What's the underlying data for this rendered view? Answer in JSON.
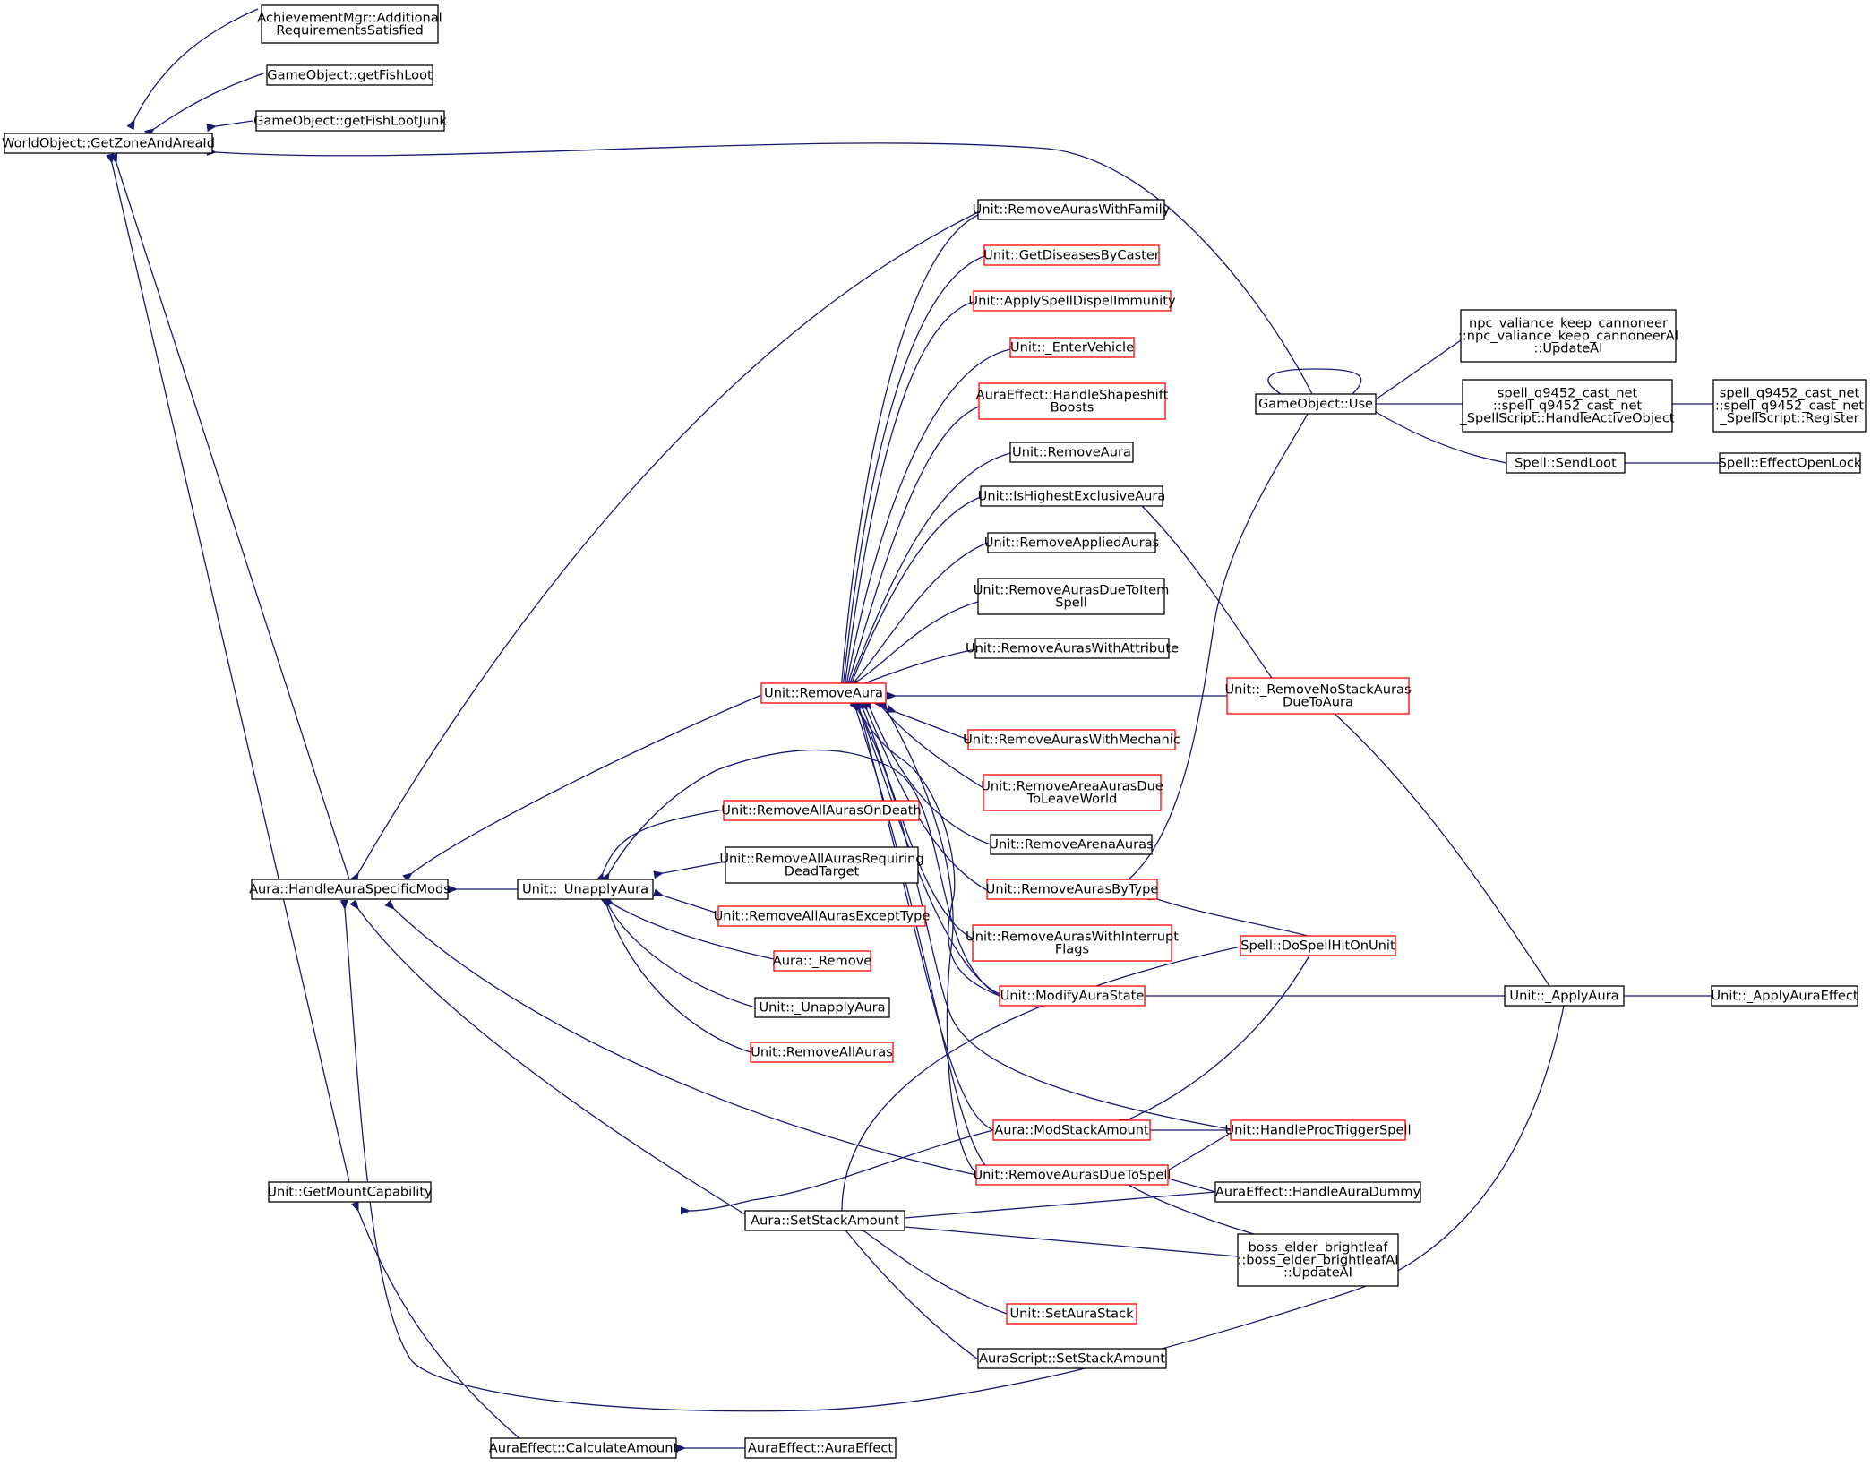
{
  "colors": {
    "edge": "#191970",
    "node_border_normal": "#000000",
    "node_border_truncated": "#ff0000",
    "root_fill": "#bfbfbf",
    "text": "#000000"
  },
  "nodes": [
    {
      "id": "root",
      "lines": [
        "WorldObject::GetZoneAndAreaId"
      ],
      "border": "black",
      "root": true
    },
    {
      "id": "achv",
      "lines": [
        "AchievementMgr::Additional",
        "RequirementsSatisfied"
      ],
      "border": "black"
    },
    {
      "id": "fishloot",
      "lines": [
        "GameObject::getFishLoot"
      ],
      "border": "black"
    },
    {
      "id": "fishjunk",
      "lines": [
        "GameObject::getFishLootJunk"
      ],
      "border": "black"
    },
    {
      "id": "handleaura",
      "lines": [
        "Aura::HandleAuraSpecificMods"
      ],
      "border": "black"
    },
    {
      "id": "mountcap",
      "lines": [
        "Unit::GetMountCapability"
      ],
      "border": "black"
    },
    {
      "id": "calcamt",
      "lines": [
        "AuraEffect::CalculateAmount"
      ],
      "border": "black"
    },
    {
      "id": "auraeffect",
      "lines": [
        "AuraEffect::AuraEffect"
      ],
      "border": "black"
    },
    {
      "id": "unapply",
      "lines": [
        "Unit::_UnapplyAura"
      ],
      "border": "black"
    },
    {
      "id": "removeaura",
      "lines": [
        "Unit::RemoveAura"
      ],
      "border": "red"
    },
    {
      "id": "setstack",
      "lines": [
        "Aura::SetStackAmount"
      ],
      "border": "black"
    },
    {
      "id": "rm_deathall",
      "lines": [
        "Unit::RemoveAllAurasOnDeath"
      ],
      "border": "red"
    },
    {
      "id": "rm_deadtgt",
      "lines": [
        "Unit::RemoveAllAurasRequiring",
        "DeadTarget"
      ],
      "border": "black"
    },
    {
      "id": "rm_excepttype",
      "lines": [
        "Unit::RemoveAllAurasExceptType"
      ],
      "border": "red"
    },
    {
      "id": "aura_remove",
      "lines": [
        "Aura::_Remove"
      ],
      "border": "red"
    },
    {
      "id": "unapply2",
      "lines": [
        "Unit::_UnapplyAura"
      ],
      "border": "black"
    },
    {
      "id": "rm_all",
      "lines": [
        "Unit::RemoveAllAuras"
      ],
      "border": "red"
    },
    {
      "id": "rm_family",
      "lines": [
        "Unit::RemoveAurasWithFamily"
      ],
      "border": "black"
    },
    {
      "id": "getdiseases",
      "lines": [
        "Unit::GetDiseasesByCaster"
      ],
      "border": "red"
    },
    {
      "id": "dispelimm",
      "lines": [
        "Unit::ApplySpellDispelImmunity"
      ],
      "border": "red"
    },
    {
      "id": "entervehicle",
      "lines": [
        "Unit::_EnterVehicle"
      ],
      "border": "red"
    },
    {
      "id": "shapeshift",
      "lines": [
        "AuraEffect::HandleShapeshift",
        "Boosts"
      ],
      "border": "red"
    },
    {
      "id": "removeaura2",
      "lines": [
        "Unit::RemoveAura"
      ],
      "border": "black"
    },
    {
      "id": "ishighest",
      "lines": [
        "Unit::IsHighestExclusiveAura"
      ],
      "border": "black"
    },
    {
      "id": "rm_applied",
      "lines": [
        "Unit::RemoveAppliedAuras"
      ],
      "border": "black"
    },
    {
      "id": "rm_item",
      "lines": [
        "Unit::RemoveAurasDueToItem",
        "Spell"
      ],
      "border": "black"
    },
    {
      "id": "rm_attr",
      "lines": [
        "Unit::RemoveAurasWithAttribute"
      ],
      "border": "black"
    },
    {
      "id": "rm_mechanic",
      "lines": [
        "Unit::RemoveAurasWithMechanic"
      ],
      "border": "red"
    },
    {
      "id": "rm_area",
      "lines": [
        "Unit::RemoveAreaAurasDue",
        "ToLeaveWorld"
      ],
      "border": "red"
    },
    {
      "id": "rm_arena",
      "lines": [
        "Unit::RemoveArenaAuras"
      ],
      "border": "black"
    },
    {
      "id": "rm_bytype",
      "lines": [
        "Unit::RemoveAurasByType"
      ],
      "border": "red"
    },
    {
      "id": "rm_interrupt",
      "lines": [
        "Unit::RemoveAurasWithInterrupt",
        "Flags"
      ],
      "border": "red"
    },
    {
      "id": "modstate",
      "lines": [
        "Unit::ModifyAuraState"
      ],
      "border": "red"
    },
    {
      "id": "modstack",
      "lines": [
        "Aura::ModStackAmount"
      ],
      "border": "red"
    },
    {
      "id": "rm_duetospell",
      "lines": [
        "Unit::RemoveAurasDueToSpell"
      ],
      "border": "red"
    },
    {
      "id": "setaurastack",
      "lines": [
        "Unit::SetAuraStack"
      ],
      "border": "red"
    },
    {
      "id": "scriptstack",
      "lines": [
        "AuraScript::SetStackAmount"
      ],
      "border": "black"
    },
    {
      "id": "gouse",
      "lines": [
        "GameObject::Use"
      ],
      "border": "black"
    },
    {
      "id": "nostack",
      "lines": [
        "Unit::_RemoveNoStackAuras",
        "DueToAura"
      ],
      "border": "red"
    },
    {
      "id": "dospellhit",
      "lines": [
        "Spell::DoSpellHitOnUnit"
      ],
      "border": "red"
    },
    {
      "id": "procspell",
      "lines": [
        "Unit::HandleProcTriggerSpell"
      ],
      "border": "red"
    },
    {
      "id": "auradummy",
      "lines": [
        "AuraEffect::HandleAuraDummy"
      ],
      "border": "black"
    },
    {
      "id": "bossai",
      "lines": [
        "boss_elder_brightleaf",
        "::boss_elder_brightleafAI",
        "::UpdateAI"
      ],
      "border": "black"
    },
    {
      "id": "applyaura",
      "lines": [
        "Unit::_ApplyAura"
      ],
      "border": "black"
    },
    {
      "id": "applyauraeffect",
      "lines": [
        "Unit::_ApplyAuraEffect"
      ],
      "border": "black"
    },
    {
      "id": "npcai",
      "lines": [
        "npc_valiance_keep_cannoneer",
        "::npc_valiance_keep_cannoneerAI",
        "::UpdateAI"
      ],
      "border": "black"
    },
    {
      "id": "q9452",
      "lines": [
        "spell_q9452_cast_net",
        "::spell_q9452_cast_net",
        "_SpellScript::HandleActiveObject"
      ],
      "border": "black"
    },
    {
      "id": "sendloot",
      "lines": [
        "Spell::SendLoot"
      ],
      "border": "black"
    },
    {
      "id": "q9452reg",
      "lines": [
        "spell_q9452_cast_net",
        "::spell_q9452_cast_net",
        "_SpellScript::Register"
      ],
      "border": "black"
    },
    {
      "id": "openlock",
      "lines": [
        "Spell::EffectOpenLock"
      ],
      "border": "black"
    }
  ]
}
